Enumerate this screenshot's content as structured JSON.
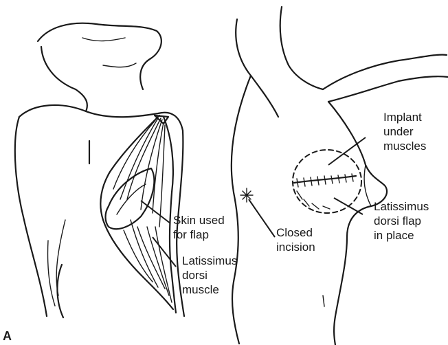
{
  "labels": {
    "skin_flap": [
      "Skin used",
      "for flap"
    ],
    "latissimus_muscle": [
      "Latissimus",
      "dorsi",
      "muscle"
    ],
    "implant": [
      "Implant",
      "under",
      "muscles"
    ],
    "closed_incision": [
      "Closed",
      "incision"
    ],
    "flap_in_place": [
      "Latissimus",
      "dorsi flap",
      "in place"
    ],
    "panel_letter": "A"
  }
}
